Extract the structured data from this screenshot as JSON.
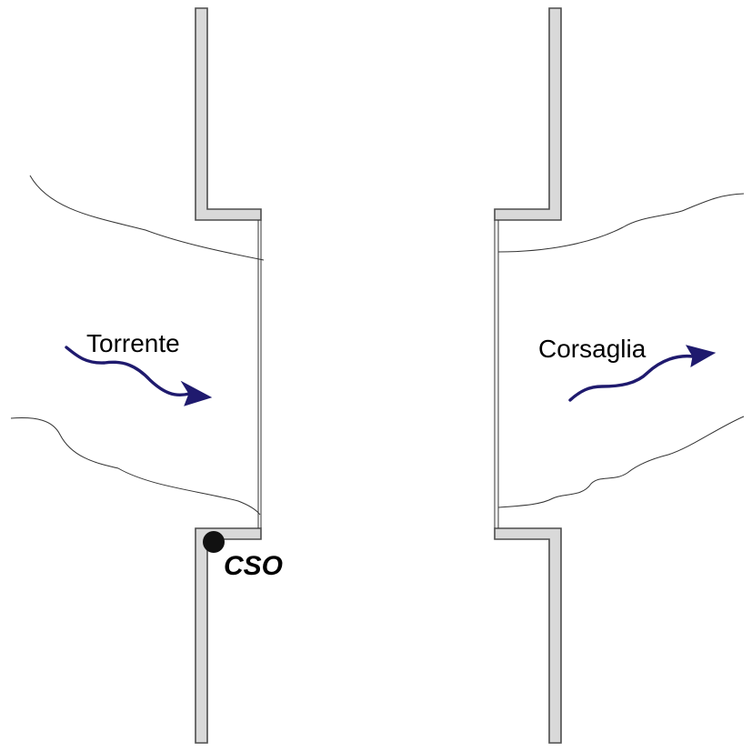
{
  "labels": {
    "left_stream": "Torrente",
    "right_stream": "Corsaglia",
    "outfall": "CSO"
  },
  "colors": {
    "wall_fill": "#d9d9d9",
    "wall_stroke": "#4d4d4d",
    "flow_arrow": "#1f1a6e",
    "outfall_marker": "#111111",
    "line": "#333333"
  }
}
